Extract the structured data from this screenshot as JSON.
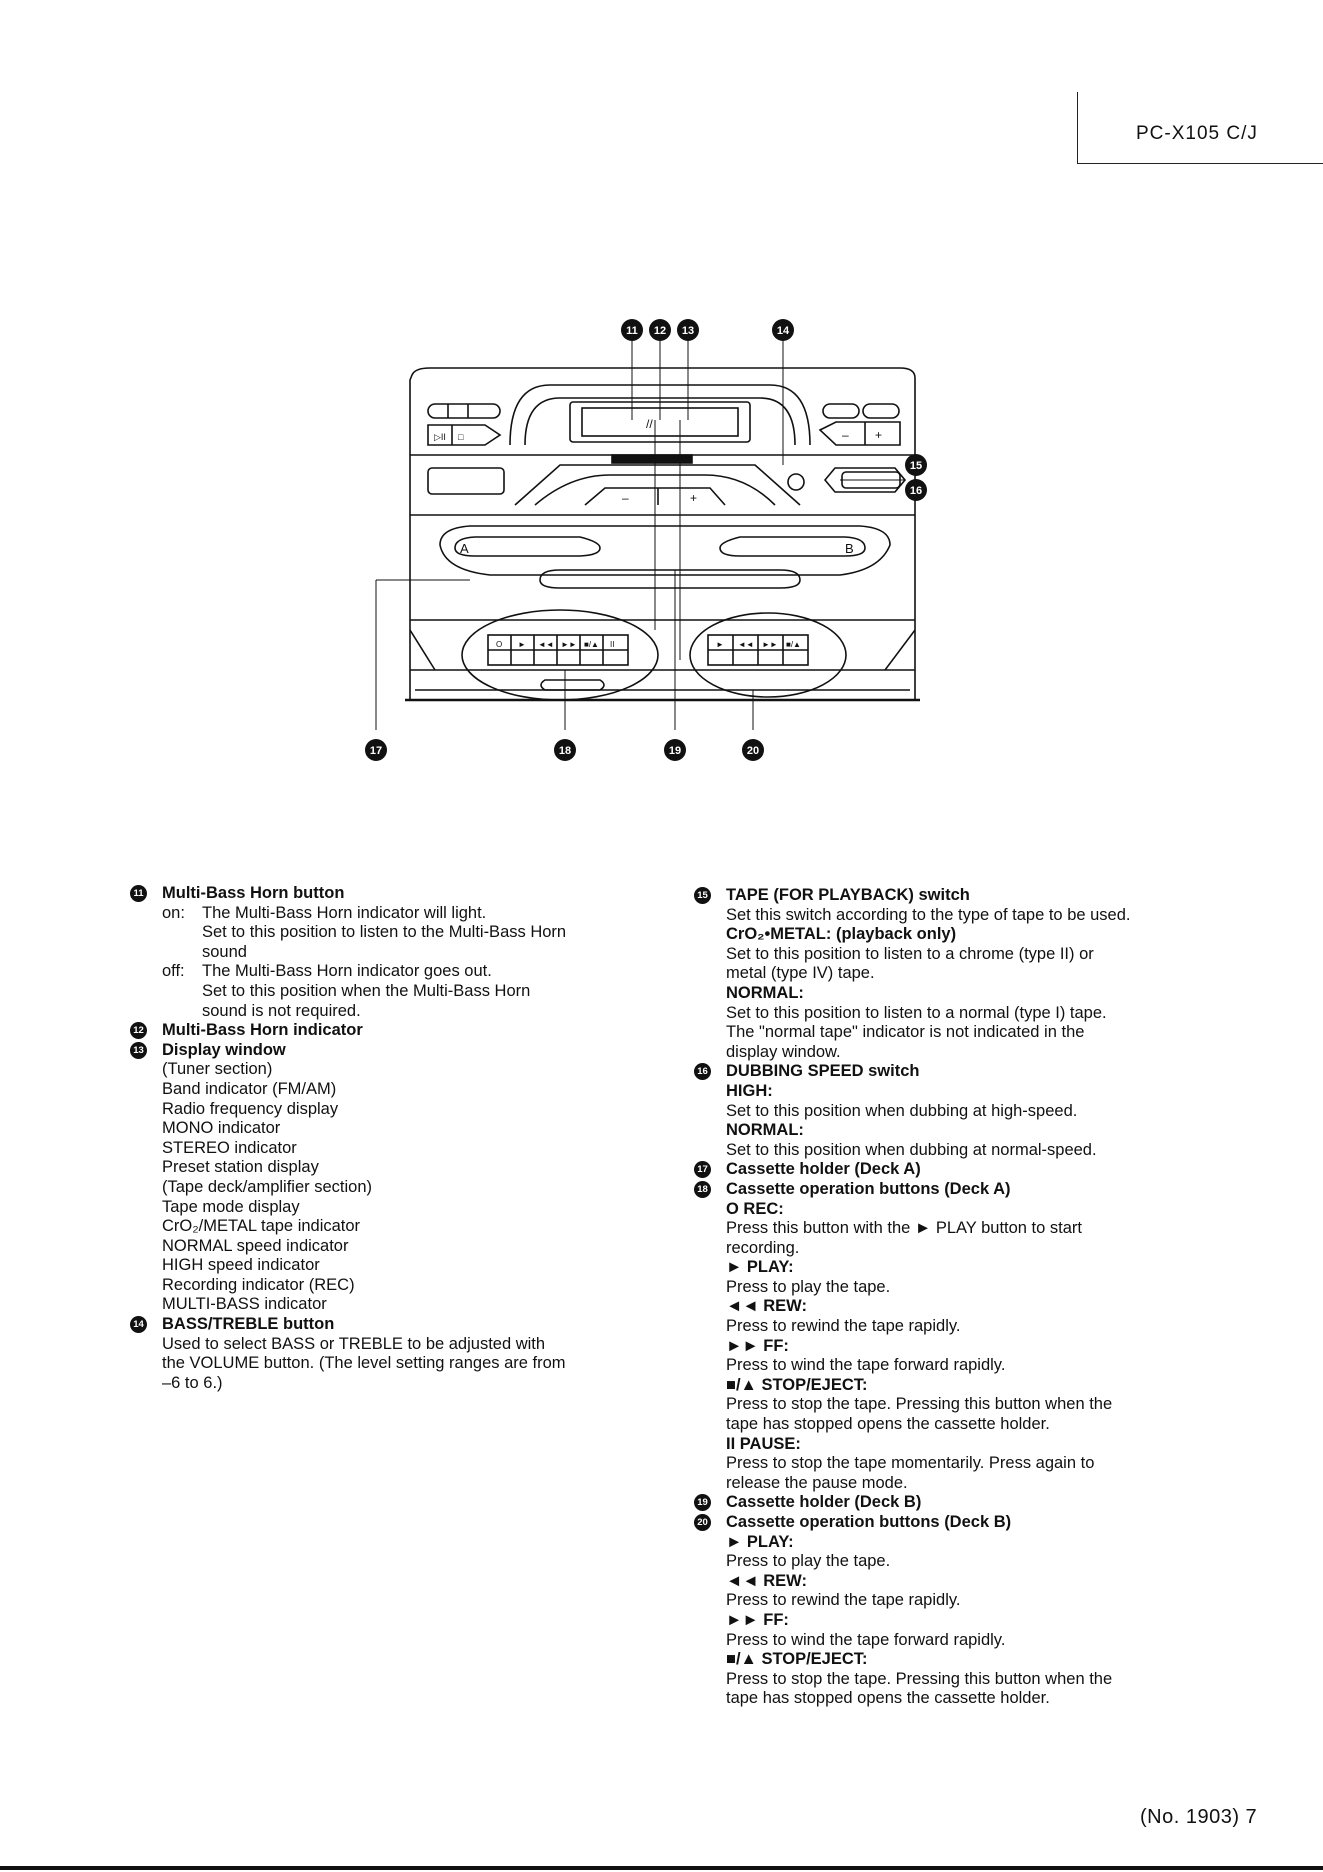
{
  "header": {
    "model": "PC-X105 C/J"
  },
  "footer": {
    "page": "(No. 1903)   7"
  },
  "diagram": {
    "callouts": [
      "11",
      "12",
      "13",
      "14",
      "15",
      "16",
      "17",
      "18",
      "19",
      "20"
    ],
    "deck_a_label": "A",
    "deck_b_label": "B",
    "vol_minus": "–",
    "vol_plus": "+",
    "top_minus": "–",
    "top_plus": "+"
  },
  "left": {
    "n11": "11",
    "t11": "Multi-Bass Horn button",
    "on_label": "on:",
    "on_text": "The Multi-Bass Horn indicator will light.",
    "on_desc1": "Set to this position to listen to the Multi-Bass Horn",
    "on_desc2": "sound",
    "off_label": "off:",
    "off_text": "The Multi-Bass Horn indicator goes out.",
    "off_desc1": "Set to this position when the Multi-Bass Horn",
    "off_desc2": "sound is not required.",
    "n12": "12",
    "t12": "Multi-Bass Horn indicator",
    "n13": "13",
    "t13": "Display window",
    "l13": [
      "(Tuner section)",
      "Band indicator (FM/AM)",
      "Radio frequency display",
      "MONO indicator",
      "STEREO indicator",
      "Preset station display",
      "(Tape deck/amplifier section)",
      "Tape mode display",
      "CrO₂/METAL tape indicator",
      "NORMAL speed indicator",
      "HIGH speed indicator",
      "Recording indicator (REC)",
      "MULTI-BASS indicator"
    ],
    "n14": "14",
    "t14": "BASS/TREBLE button",
    "l14": [
      "Used to select BASS or TREBLE to be adjusted with",
      "the VOLUME button. (The level setting ranges are from",
      "–6 to 6.)"
    ]
  },
  "right": {
    "n15": "15",
    "t15": "TAPE (FOR PLAYBACK) switch",
    "p15": "Set this switch according to the type of tape to be used.",
    "crlabel": "CrO₂•METAL: (playback only)",
    "cr1": "Set to this position to listen to a chrome (type II) or",
    "cr2": "metal (type IV) tape.",
    "normal_label": "NORMAL:",
    "nm1": "Set to this position to listen to a normal (type I) tape.",
    "nm2": "The \"normal tape\" indicator is not indicated in the",
    "nm3": "display window.",
    "n16": "16",
    "t16": "DUBBING SPEED switch",
    "high_label": "HIGH:",
    "high_text": "Set to this position when dubbing at high-speed.",
    "normal2_label": "NORMAL:",
    "normal2_text": "Set to this position when dubbing at normal-speed.",
    "n17": "17",
    "t17": "Cassette holder (Deck A)",
    "n18": "18",
    "t18": "Cassette operation buttons (Deck A)",
    "rec_label": "O REC:",
    "rec1": "Press this button with the ► PLAY button to start",
    "rec2": "recording.",
    "play_label": "► PLAY:",
    "play_text": "Press to play the tape.",
    "rew_label": "◄◄ REW:",
    "rew_text": "Press to rewind the tape rapidly.",
    "ff_label": "►► FF:",
    "ff_text": "Press to wind the tape forward rapidly.",
    "stop_label": "■/▲ STOP/EJECT:",
    "stop1": "Press to stop the tape. Pressing this button when the",
    "stop2": "tape has stopped opens the cassette holder.",
    "pause_label": "II PAUSE:",
    "pause1": "Press to stop the tape momentarily. Press again to",
    "pause2": "release the pause mode.",
    "n19": "19",
    "t19": "Cassette holder (Deck B)",
    "n20": "20",
    "t20": "Cassette operation buttons (Deck B)",
    "b_play_label": "► PLAY:",
    "b_play_text": "Press to play the tape.",
    "b_rew_label": "◄◄ REW:",
    "b_rew_text": "Press to rewind the tape rapidly.",
    "b_ff_label": "►► FF:",
    "b_ff_text": "Press to wind the tape forward rapidly.",
    "b_stop_label": "■/▲ STOP/EJECT:",
    "b_stop1": "Press to stop the tape. Pressing this button when the",
    "b_stop2": "tape has stopped opens the cassette holder."
  }
}
